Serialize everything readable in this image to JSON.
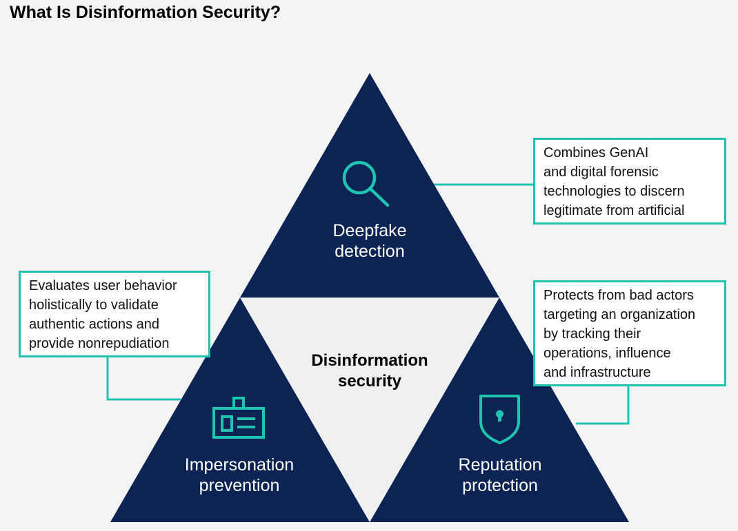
{
  "title": "What Is Disinformation Security?",
  "colors": {
    "background": "#f4f4f4",
    "triangle": "#0b2453",
    "accent": "#1fc3b0",
    "center": "#f0f0f0"
  },
  "center": {
    "lines": [
      "Disinformation",
      "security"
    ]
  },
  "segments": [
    {
      "id": "deepfake",
      "icon": "magnifier-icon",
      "label_lines": [
        "Deepfake",
        "detection"
      ],
      "callout_lines": [
        "Combines GenAI",
        "and digital forensic",
        "technologies to discern",
        "legitimate from artificial"
      ]
    },
    {
      "id": "impersonation",
      "icon": "id-badge-icon",
      "label_lines": [
        "Impersonation",
        "prevention"
      ],
      "callout_lines": [
        "Evaluates user behavior",
        "holistically to validate",
        "authentic actions and",
        "provide nonrepudiation"
      ]
    },
    {
      "id": "reputation",
      "icon": "shield-lock-icon",
      "label_lines": [
        "Reputation",
        "protection"
      ],
      "callout_lines": [
        "Protects from bad actors",
        "targeting an organization",
        "by tracking their",
        "operations, influence",
        "and infrastructure"
      ]
    }
  ]
}
